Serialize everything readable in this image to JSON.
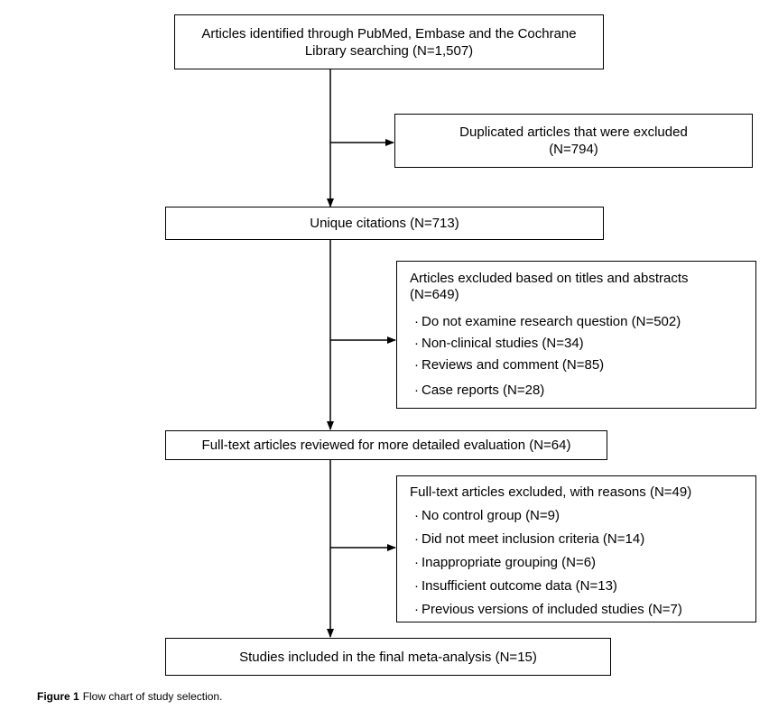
{
  "boxes": {
    "identified": {
      "line1": "Articles identified through PubMed, Embase and the Cochrane",
      "line2": "Library searching (N=1,507)"
    },
    "duplicates": {
      "line1": "Duplicated articles that were excluded",
      "line2": "(N=794)"
    },
    "unique": {
      "text": "Unique citations (N=713)"
    },
    "title_abstract": {
      "line1": "Articles excluded based on titles and abstracts",
      "line2": "(N=649)",
      "items": [
        "Do not examine research question (N=502)",
        "Non-clinical studies (N=34)",
        "Reviews and comment (N=85)",
        "Case reports (N=28)"
      ]
    },
    "fulltext_reviewed": {
      "text": "Full-text articles reviewed for more detailed evaluation (N=64)"
    },
    "fulltext_excluded": {
      "line1": "Full-text articles excluded, with reasons (N=49)",
      "items": [
        "No control group (N=9)",
        "Did not meet inclusion criteria (N=14)",
        "Inappropriate grouping (N=6)",
        "Insufficient outcome data (N=13)",
        "Previous versions of included studies (N=7)"
      ]
    },
    "included": {
      "text": "Studies included in the final meta-analysis (N=15)"
    }
  },
  "caption": {
    "label": "Figure 1",
    "text": "Flow chart of study selection."
  }
}
